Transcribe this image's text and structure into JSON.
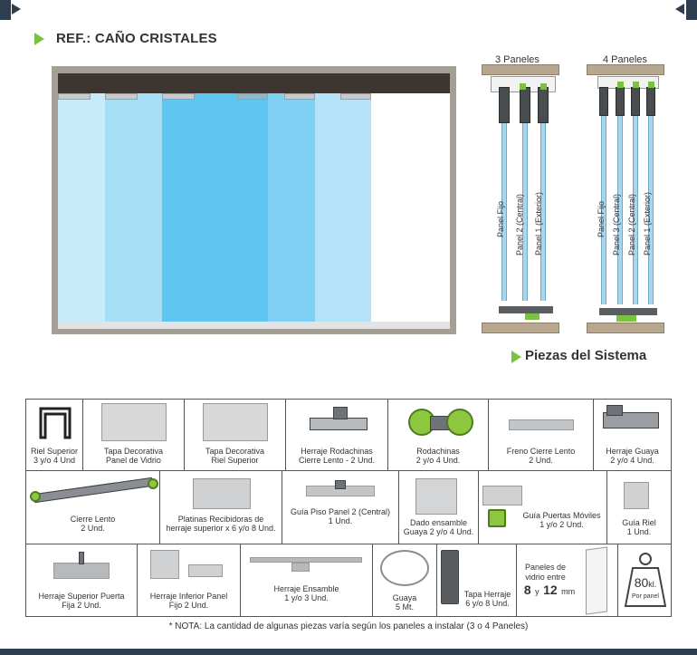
{
  "header": {
    "title": "REF.: CAÑO CRISTALES",
    "system_heading": "Piezas del Sistema"
  },
  "diagrams": {
    "three": {
      "title": "3 Paneles",
      "labels": [
        "Panel Fijo",
        "Panel 2 (Central)",
        "Panel 1 (Exterior)"
      ]
    },
    "four": {
      "title": "4 Paneles",
      "labels": [
        "Panel Fijo",
        "Panel 3 (Central)",
        "Panel 2 (Central)",
        "Panel 1 (Exterior)"
      ]
    }
  },
  "parts": {
    "row1": [
      {
        "label": "Riel Superior\n3 y/o 4 Und"
      },
      {
        "label": "Tapa Decorativa\nPanel de Vidrio"
      },
      {
        "label": "Tapa Decorativa\nRiel Superior"
      },
      {
        "label": "Herraje Rodachinas\nCierre Lento - 2 Und."
      },
      {
        "label": "Rodachinas\n2 y/o 4 Und."
      },
      {
        "label": "Freno Cierre Lento\n2 Und."
      },
      {
        "label": "Herraje Guaya\n2 y/o 4 Und."
      }
    ],
    "row2": [
      {
        "label": "Cierre Lento\n2 Und."
      },
      {
        "label": "Platinas Recibidoras de\nherraje superior x 6 y/o 8 Und."
      },
      {
        "label": "Guía Piso Panel 2 (Central)\n1 Und."
      },
      {
        "label": "Dado ensamble\nGuaya 2 y/o 4 Und."
      },
      {
        "label": "Guía Puertas Móviles\n1 y/o 2 Und."
      },
      {
        "label": "Guía Riel\n1 Und."
      }
    ],
    "row3": [
      {
        "label": "Herraje Superior Puerta\nFija 2 Und."
      },
      {
        "label": "Herraje Inferior Panel\nFijo 2 Und."
      },
      {
        "label": "Herraje Ensamble\n1 y/o 3 Und."
      },
      {
        "label": "Guaya\n5 Mt."
      },
      {
        "label": "Tapa Herraje\n6 y/o 8 Und."
      }
    ],
    "glass": {
      "line1": "Paneles de",
      "line2": "vidrio entre",
      "min": "8",
      "y": "y",
      "max": "12",
      "unit": "mm"
    },
    "weight": {
      "value": "80",
      "unit": "kl.",
      "sub": "Por panel"
    }
  },
  "note": "* NOTA: La cantidad de algunas piezas varía según los paneles a instalar (3 o 4 Paneles)",
  "colors": {
    "accent_green": "#7cc242",
    "navy": "#2c3e50",
    "glass_light": "#b4e3f7",
    "glass_mid": "#7fd0f2",
    "glass_strong": "#5ec6f0"
  }
}
